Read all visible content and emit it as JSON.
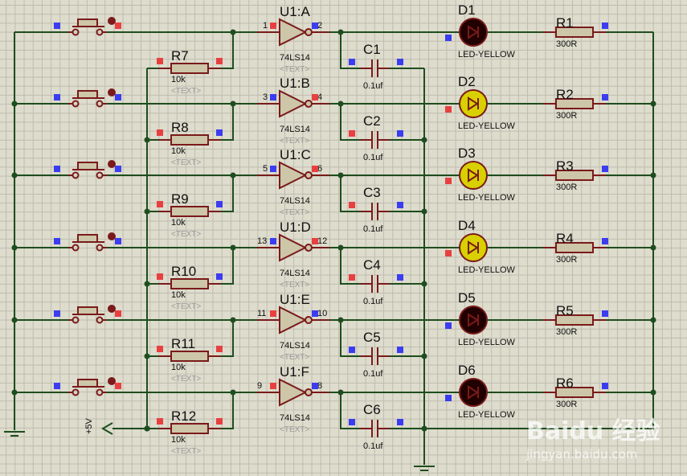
{
  "colors": {
    "wire": "#1e4d1e",
    "component": "#7a1a1a",
    "body": "#cdc6a9",
    "pin_high": "#e84040",
    "pin_low": "#3c3cf0",
    "led_on": "#d8d000",
    "led_off": "#200000"
  },
  "power_label": "+5V",
  "rows": [
    {
      "switch_pins": [
        "low",
        "high"
      ],
      "gate": "U1:A",
      "gate_part": "74LS14",
      "gate_text": "<TEXT>",
      "pin_in": "1",
      "pin_out": "2",
      "gate_pins": [
        "high",
        "low"
      ],
      "cap": "C1",
      "cap_value": "0.1uf",
      "cap_pins": [
        "low",
        "low"
      ],
      "led": "D1",
      "led_model": "LED-YELLOW",
      "led_state": "off",
      "led_pin": "low",
      "r_out": "R1",
      "r_out_value": "300R",
      "r_out_pin": "low",
      "r_pull": "R7",
      "r_pull_value": "10k",
      "r_pull_text": "<TEXT>",
      "r_pull_pins": [
        "high",
        "high"
      ]
    },
    {
      "switch_pins": [
        "low",
        "low"
      ],
      "gate": "U1:B",
      "gate_part": "74LS14",
      "gate_text": "<TEXT>",
      "pin_in": "3",
      "pin_out": "4",
      "gate_pins": [
        "low",
        "high"
      ],
      "cap": "C2",
      "cap_value": "0.1uf",
      "cap_pins": [
        "high",
        "low"
      ],
      "led": "D2",
      "led_model": "LED-YELLOW",
      "led_state": "on",
      "led_pin": "high",
      "r_out": "R2",
      "r_out_value": "300R",
      "r_out_pin": "low",
      "r_pull": "R8",
      "r_pull_value": "10k",
      "r_pull_text": "<TEXT>",
      "r_pull_pins": [
        "high",
        "low"
      ]
    },
    {
      "switch_pins": [
        "low",
        "low"
      ],
      "gate": "U1:C",
      "gate_part": "74LS14",
      "gate_text": "<TEXT>",
      "pin_in": "5",
      "pin_out": "6",
      "gate_pins": [
        "low",
        "high"
      ],
      "cap": "C3",
      "cap_value": "0.1uf",
      "cap_pins": [
        "high",
        "low"
      ],
      "led": "D3",
      "led_model": "LED-YELLOW",
      "led_state": "on",
      "led_pin": "high",
      "r_out": "R3",
      "r_out_value": "300R",
      "r_out_pin": "low",
      "r_pull": "R9",
      "r_pull_value": "10k",
      "r_pull_text": "<TEXT>",
      "r_pull_pins": [
        "high",
        "low"
      ]
    },
    {
      "switch_pins": [
        "low",
        "low"
      ],
      "gate": "U1:D",
      "gate_part": "74LS14",
      "gate_text": "<TEXT>",
      "pin_in": "13",
      "pin_out": "12",
      "gate_pins": [
        "low",
        "high"
      ],
      "cap": "C4",
      "cap_value": "0.1uf",
      "cap_pins": [
        "high",
        "low"
      ],
      "led": "D4",
      "led_model": "LED-YELLOW",
      "led_state": "on",
      "led_pin": "high",
      "r_out": "R4",
      "r_out_value": "300R",
      "r_out_pin": "low",
      "r_pull": "R10",
      "r_pull_value": "10k",
      "r_pull_text": "<TEXT>",
      "r_pull_pins": [
        "high",
        "low"
      ]
    },
    {
      "switch_pins": [
        "low",
        "high"
      ],
      "gate": "U1:E",
      "gate_part": "74LS14",
      "gate_text": "<TEXT>",
      "pin_in": "11",
      "pin_out": "10",
      "gate_pins": [
        "high",
        "low"
      ],
      "cap": "C5",
      "cap_value": "0.1uf",
      "cap_pins": [
        "low",
        "low"
      ],
      "led": "D5",
      "led_model": "LED-YELLOW",
      "led_state": "off",
      "led_pin": "low",
      "r_out": "R5",
      "r_out_value": "300R",
      "r_out_pin": "low",
      "r_pull": "R11",
      "r_pull_value": "10k",
      "r_pull_text": "<TEXT>",
      "r_pull_pins": [
        "high",
        "high"
      ]
    },
    {
      "switch_pins": [
        "low",
        "high"
      ],
      "gate": "U1:F",
      "gate_part": "74LS14",
      "gate_text": "<TEXT>",
      "pin_in": "9",
      "pin_out": "8",
      "gate_pins": [
        "high",
        "low"
      ],
      "cap": "C6",
      "cap_value": "0.1uf",
      "cap_pins": [
        "low",
        "low"
      ],
      "led": "D6",
      "led_model": "LED-YELLOW",
      "led_state": "off",
      "led_pin": "low",
      "r_out": "R6",
      "r_out_value": "300R",
      "r_out_pin": "low",
      "r_pull": "R12",
      "r_pull_value": "10k",
      "r_pull_text": "<TEXT>",
      "r_pull_pins": [
        "high",
        "high"
      ]
    }
  ],
  "watermark": {
    "logo": "Baidu 经验",
    "url": "jingyan.baidu.com"
  }
}
